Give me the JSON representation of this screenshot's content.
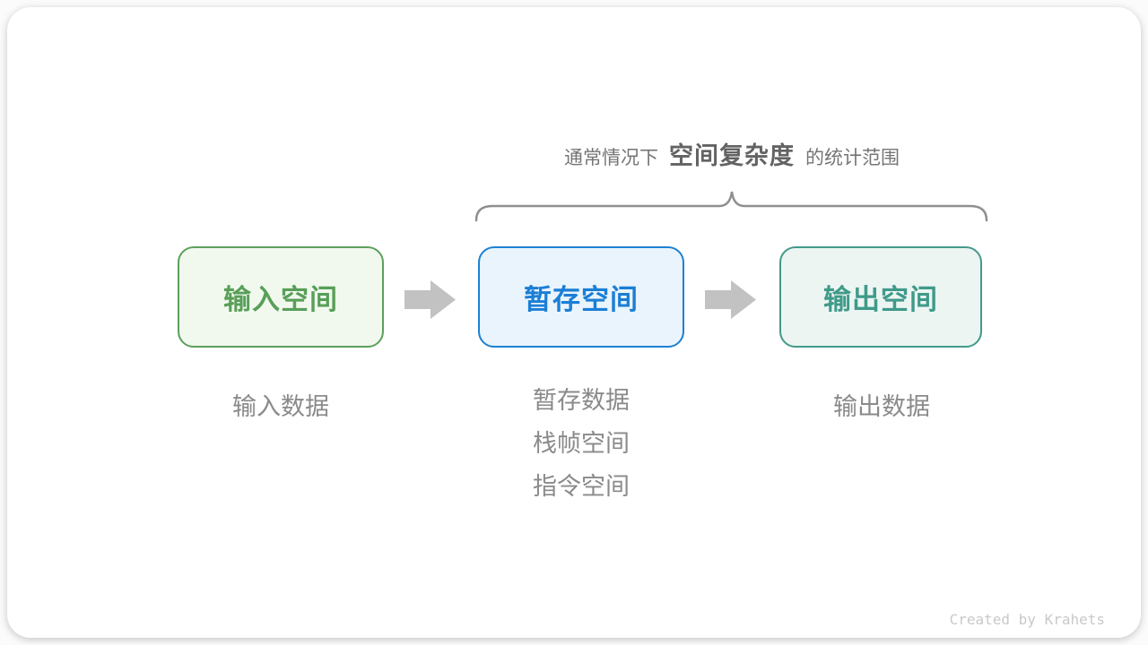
{
  "caption": {
    "prefix": "通常情况下",
    "highlight": "空间复杂度",
    "suffix": "的统计范围"
  },
  "boxes": [
    {
      "id": "input-space",
      "label": "输入空间",
      "text_color": "#589f58",
      "border_color": "#5ca05c",
      "bg_color": "#f1f8ee"
    },
    {
      "id": "temp-space",
      "label": "暂存空间",
      "text_color": "#1b7ed6",
      "border_color": "#1e81d2",
      "bg_color": "#e9f4fc"
    },
    {
      "id": "output-space",
      "label": "输出空间",
      "text_color": "#3f9a89",
      "border_color": "#43998a",
      "bg_color": "#ecf5f2"
    }
  ],
  "notes": {
    "input": "输入数据",
    "temp": [
      "暂存数据",
      "栈帧空间",
      "指令空间"
    ],
    "output": "输出数据"
  },
  "icons": {
    "arrow_right": "right-block-arrow",
    "brace": "curly-brace-over-span"
  },
  "colors": {
    "arrow": "#c2c2c2",
    "brace": "#8f8f8f",
    "note_text": "#8a8a8a",
    "caption_text": "#757575",
    "caption_highlight": "#636363",
    "card_bg": "#ffffff",
    "footer_text": "#c9c9c9"
  },
  "footer": "Created by Krahets"
}
